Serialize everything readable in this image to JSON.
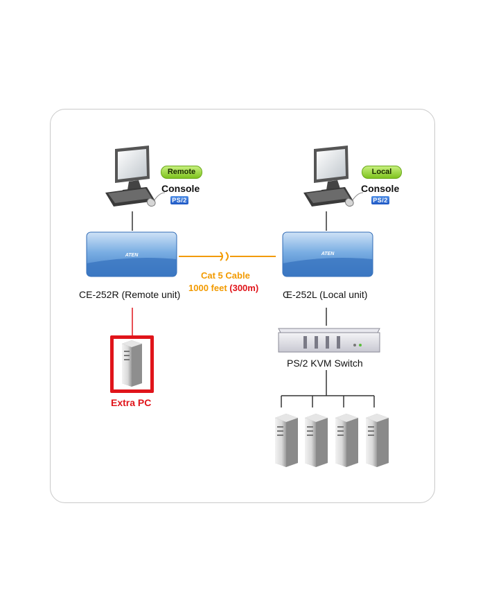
{
  "remote": {
    "badge": "Remote",
    "console_label": "Console",
    "port_badge": "PS/2",
    "unit_label": "CE-252R (Remote unit)",
    "unit_logo": "ATEN"
  },
  "local": {
    "badge": "Local",
    "console_label": "Console",
    "port_badge": "PS/2",
    "unit_label": "Œ-252L (Local unit)",
    "unit_logo": "ATEN"
  },
  "cable": {
    "line1": "Cat 5 Cable",
    "line2_prefix": "1000 feet ",
    "line2_metric": "(300m)"
  },
  "extra_pc": {
    "label": "Extra PC"
  },
  "kvm_switch": {
    "label": "PS/2 KVM Switch"
  },
  "colors": {
    "cable_orange": "#f29a00",
    "extra_pc_red": "#e0141a",
    "unit_blue": "#4a86d0",
    "badge_green": "#8fd13a",
    "badge_blue": "#2a66d2"
  },
  "icons": [
    "monitor-icon",
    "keyboard-icon",
    "mouse-icon",
    "extender-unit-icon",
    "server-tower-icon",
    "kvm-switch-icon"
  ]
}
